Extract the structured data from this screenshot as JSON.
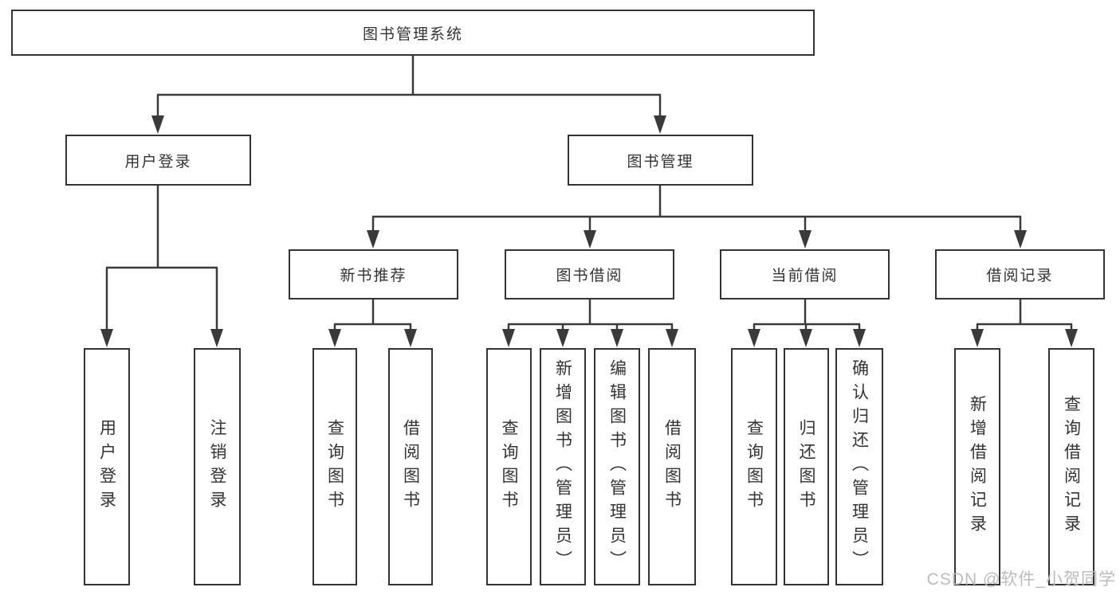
{
  "diagram": {
    "root": {
      "label": "图书管理系统"
    },
    "level2": [
      {
        "label": "用户登录"
      },
      {
        "label": "图书管理"
      }
    ],
    "level3": [
      {
        "label": "新书推荐"
      },
      {
        "label": "图书借阅"
      },
      {
        "label": "当前借阅"
      },
      {
        "label": "借阅记录"
      }
    ],
    "leaves": {
      "user_login": [
        "用户登录",
        "注销登录"
      ],
      "new_book_recommend": [
        "查询图书",
        "借阅图书"
      ],
      "book_borrow": [
        "查询图书",
        "新增图书（管理员）",
        "编辑图书（管理员）",
        "借阅图书"
      ],
      "current_borrow": [
        "查询图书",
        "归还图书",
        "确认归还（管理员）"
      ],
      "borrow_records": [
        "新增借阅记录",
        "查询借阅记录"
      ]
    }
  },
  "watermark": {
    "text": "CSDN @软件_小贺同学"
  },
  "colors": {
    "line": "#3a3a3a",
    "border": "#333333",
    "text": "#333333",
    "watermark": "#bcbcbc",
    "background": "#ffffff"
  }
}
